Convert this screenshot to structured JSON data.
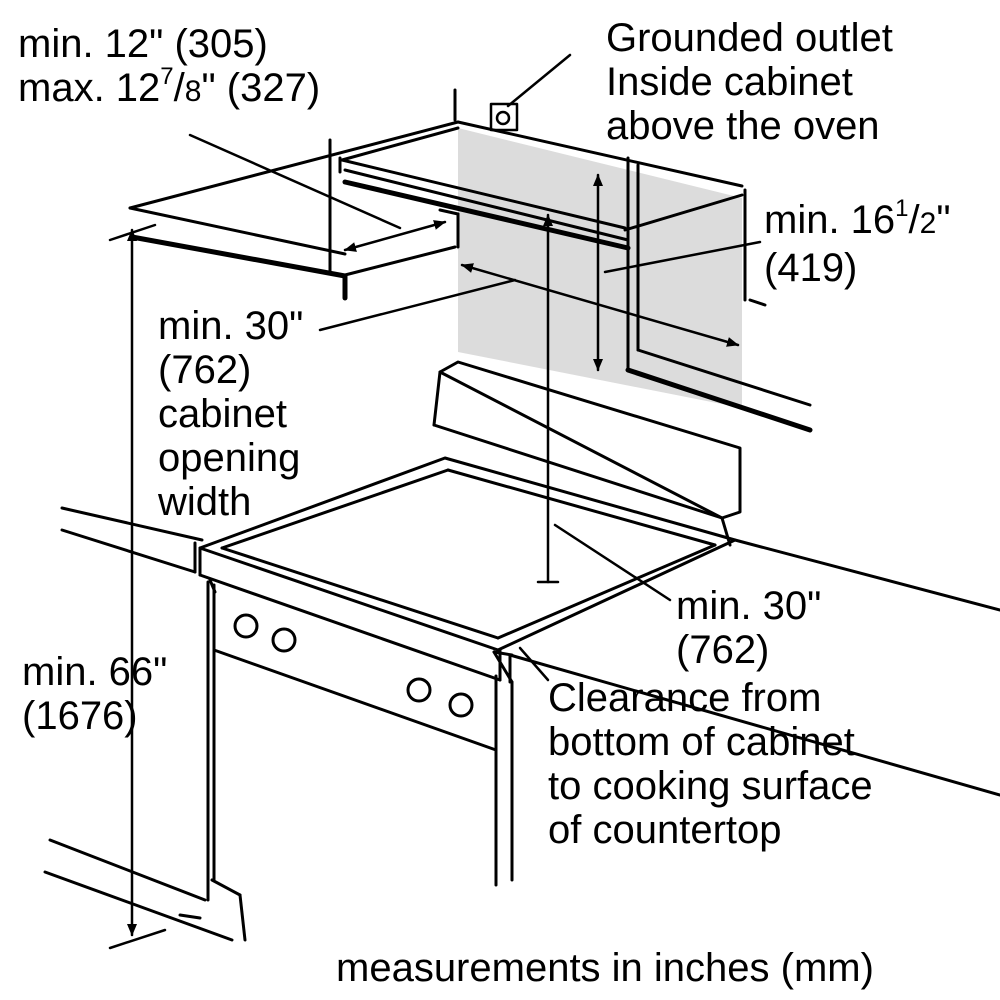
{
  "labels": {
    "top_left": {
      "line1": "min. 12\" (305)",
      "line2_pre": "max. 12",
      "line2_num": "7",
      "line2_sep": "/",
      "line2_den": "8",
      "line2_post": "\" (327)"
    },
    "outlet": {
      "lines": [
        "Grounded outlet",
        "Inside cabinet",
        "above the oven"
      ]
    },
    "cabinet_depth": {
      "line1_pre": "min. 16",
      "line1_num": "1",
      "line1_sep": "/",
      "line1_den": "2",
      "line1_post": "\"",
      "line2": "(419)"
    },
    "opening_width": {
      "lines": [
        "min. 30\"",
        "(762)",
        "cabinet",
        "opening",
        "width"
      ]
    },
    "clearance_value": {
      "lines": [
        "min. 30\"",
        "(762)"
      ]
    },
    "clearance_desc": {
      "lines": [
        "Clearance from",
        "bottom of cabinet",
        "to cooking surface",
        "of countertop"
      ]
    },
    "overall_height": {
      "lines": [
        "min. 66\"",
        "(1676)"
      ]
    },
    "footer": "measurements in inches (mm)"
  },
  "colors": {
    "line": "#000000",
    "shaded_area": "#dcdcdc",
    "background": "#ffffff"
  }
}
